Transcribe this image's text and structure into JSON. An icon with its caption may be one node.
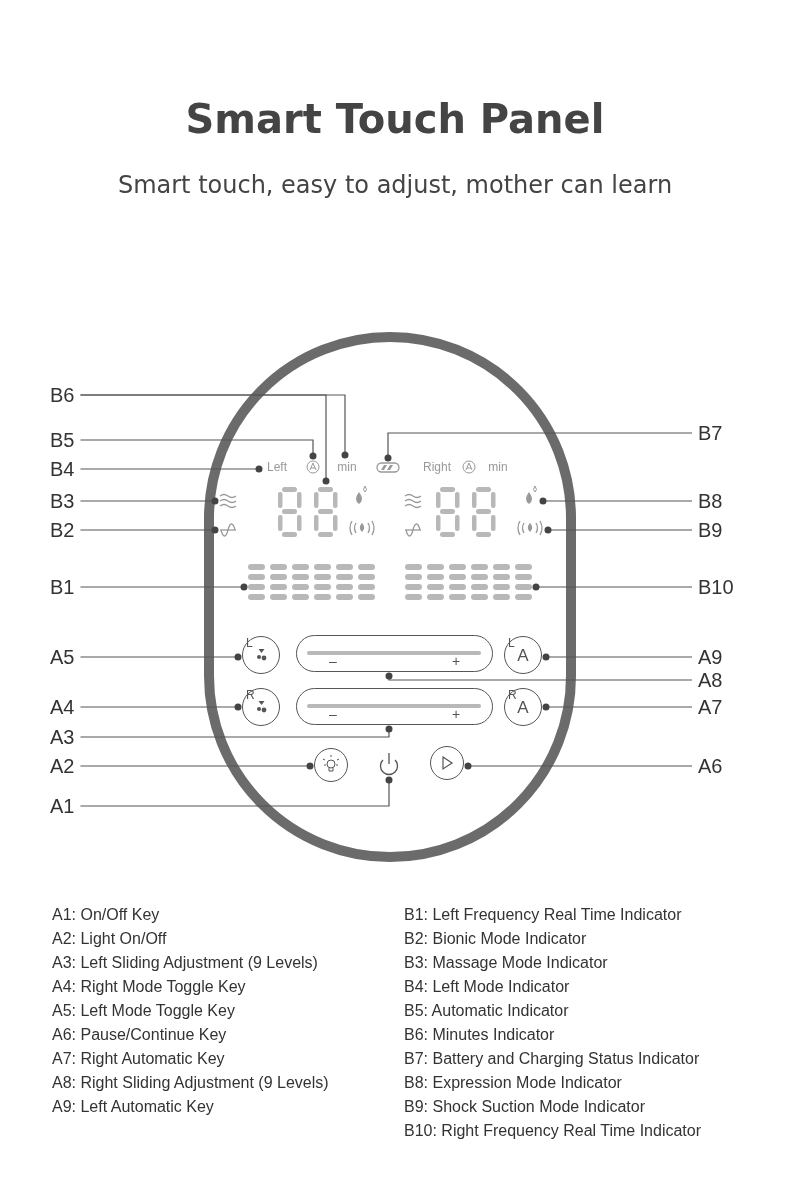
{
  "diagram": {
    "title": "Smart Touch Panel",
    "nodes": [
      {
        "text": [
          "B6"
        ]
      },
      {
        "text": [
          "B5"
        ]
      },
      {
        "text": [
          "B7"
        ]
      },
      {
        "text": [
          "B4"
        ]
      },
      {
        "text": [
          "B3"
        ]
      },
      {
        "text": [
          "B8"
        ]
      },
      {
        "text": [
          "B2"
        ]
      },
      {
        "text": [
          "B9"
        ]
      },
      {
        "text": [
          "B1"
        ]
      },
      {
        "text": [
          "B10"
        ]
      },
      {
        "text": [
          "A5"
        ]
      },
      {
        "text": [
          "A9"
        ]
      },
      {
        "text": [
          "A8"
        ]
      },
      {
        "text": [
          "A4"
        ]
      },
      {
        "text": [
          "A7"
        ]
      },
      {
        "text": [
          "A3"
        ]
      },
      {
        "text": [
          "A2"
        ]
      },
      {
        "text": [
          "A6"
        ]
      },
      {
        "text": [
          "A1"
        ]
      },
      {
        "text": [],
        "shape": "display"
      },
      {
        "text": [
          "min"
        ]
      },
      {
        "text": [],
        "shape": "icon"
      },
      {
        "text": [],
        "shape": "icon"
      },
      {
        "text": [
          "Left"
        ]
      },
      {
        "text": [],
        "shape": "icon"
      },
      {
        "text": [],
        "shape": "icon"
      },
      {
        "text": [],
        "shape": "icon"
      },
      {
        "text": [],
        "shape": "icon"
      },
      {
        "text": [],
        "shape": "bars"
      },
      {
        "text": [],
        "shape": "bars"
      },
      {
        "text": [
          "L"
        ]
      },
      {
        "text": [
          "L",
          "A"
        ]
      },
      {
        "text": [
          "–",
          "+"
        ]
      },
      {
        "text": [
          "R"
        ]
      },
      {
        "text": [
          "R",
          "A"
        ]
      },
      {
        "text": [
          "–",
          "+"
        ]
      },
      {
        "text": [],
        "shape": "circle"
      },
      {
        "text": [],
        "shape": "circle"
      },
      {
        "text": [],
        "shape": "icon"
      }
    ],
    "edges": [
      {
        "from": 0,
        "to": 19,
        "arrow": "other"
      },
      {
        "from": 0,
        "to": 20,
        "arrow": "other"
      },
      {
        "from": 1,
        "to": 21,
        "arrow": "other"
      },
      {
        "from": 2,
        "to": 22,
        "arrow": "other"
      },
      {
        "from": 3,
        "to": 23,
        "arrow": "other"
      },
      {
        "from": 4,
        "to": 24,
        "arrow": "other"
      },
      {
        "from": 5,
        "to": 25,
        "arrow": "other"
      },
      {
        "from": 6,
        "to": 26,
        "arrow": "other"
      },
      {
        "from": 7,
        "to": 27,
        "arrow": "other"
      },
      {
        "from": 8,
        "to": 28,
        "arrow": "other"
      },
      {
        "from": 9,
        "to": 29,
        "arrow": "other"
      },
      {
        "from": 10,
        "to": 30,
        "arrow": "other"
      },
      {
        "from": 11,
        "to": 31,
        "arrow": "other"
      },
      {
        "from": 12,
        "to": 32,
        "arrow": "other"
      },
      {
        "from": 13,
        "to": 33,
        "arrow": "other"
      },
      {
        "from": 14,
        "to": 34,
        "arrow": "other"
      },
      {
        "from": 15,
        "to": 35,
        "arrow": "other"
      },
      {
        "from": 16,
        "to": 36,
        "arrow": "other"
      },
      {
        "from": 17,
        "to": 37,
        "arrow": "other"
      },
      {
        "from": 18,
        "to": 38,
        "arrow": "other"
      }
    ],
    "labels": [
      "Smart touch, easy to adjust, mother can learn",
      "Right",
      "min",
      "A1: On/Off Key",
      "B1: Left Frequency Real Time Indicator",
      "A2: Light On/Off",
      "B2: Bionic Mode Indicator",
      "A3: Left Sliding Adjustment (9 Levels)",
      "B3: Massage Mode Indicator",
      "A4: Right Mode Toggle Key",
      "B4: Left Mode Indicator",
      "A5: Left Mode Toggle Key",
      "B5: Automatic Indicator",
      "A6: Pause/Continue Key",
      "B6: Minutes Indicator",
      "A7: Right Automatic Key",
      "B7: Battery and Charging Status Indicator",
      "A8: Right Sliding Adjustment (9 Levels)",
      "B8: Expression Mode Indicator",
      "A9: Left Automatic Key",
      "B9: Shock Suction Mode Indicator",
      "B10: Right Frequency Real Time Indicator"
    ]
  }
}
